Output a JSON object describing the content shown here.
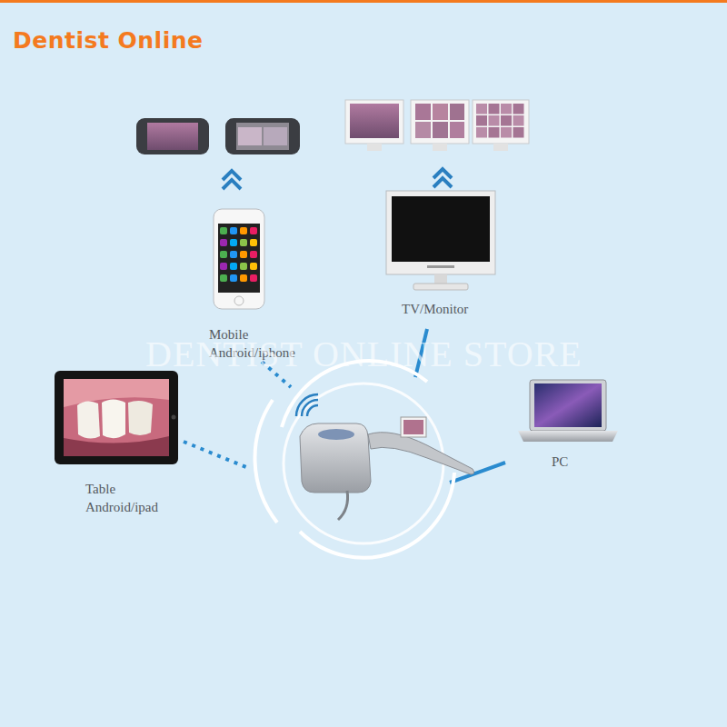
{
  "diagram": {
    "title": "Dentist Online",
    "labels": [
      "Mobile Android/iphone",
      "TV/Monitor",
      "Table Android/ipad",
      "PC",
      "DENTIST ONLINE STORE"
    ]
  }
}
